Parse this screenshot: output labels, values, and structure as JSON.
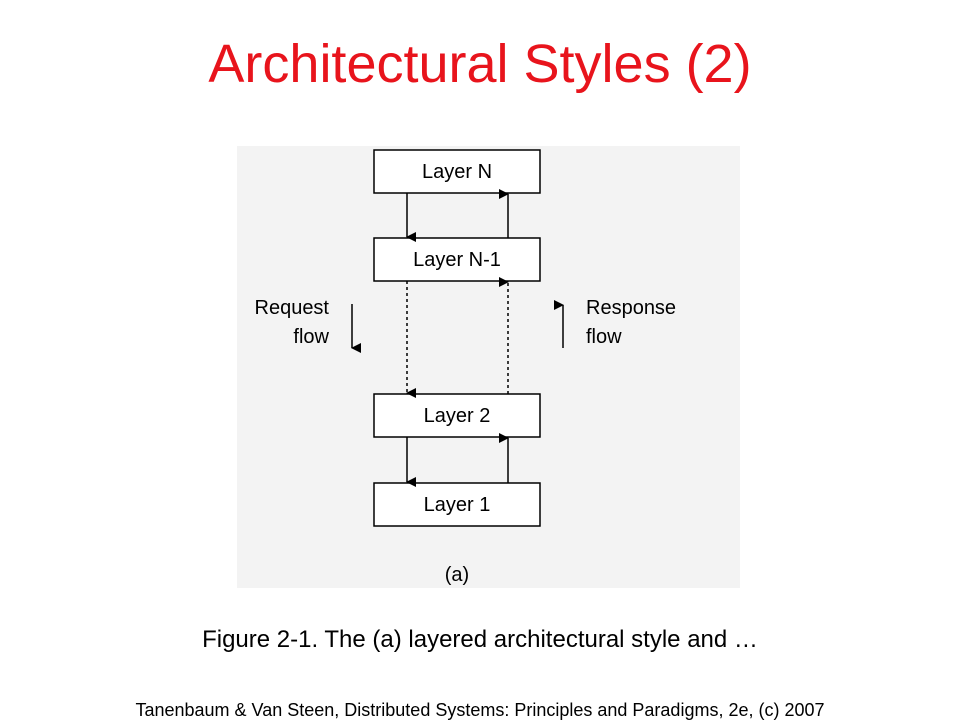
{
  "slide": {
    "title": "Architectural Styles (2)",
    "caption": "Figure 2-1. The (a) layered architectural style and …",
    "footer": "Tanenbaum & Van Steen, Distributed Systems: Principles and Paradigms, 2e, (c) 2007"
  },
  "diagram": {
    "layers": {
      "top": "Layer N",
      "second": "Layer N-1",
      "third": "Layer 2",
      "bottom": "Layer 1"
    },
    "request_label": [
      "Request",
      "flow"
    ],
    "response_label": [
      "Response",
      "flow"
    ],
    "sublabel": "(a)"
  },
  "colors": {
    "title": "#e8141c",
    "panel_background": "#f3f3f3",
    "box_fill": "#ffffff",
    "line": "#000000"
  }
}
